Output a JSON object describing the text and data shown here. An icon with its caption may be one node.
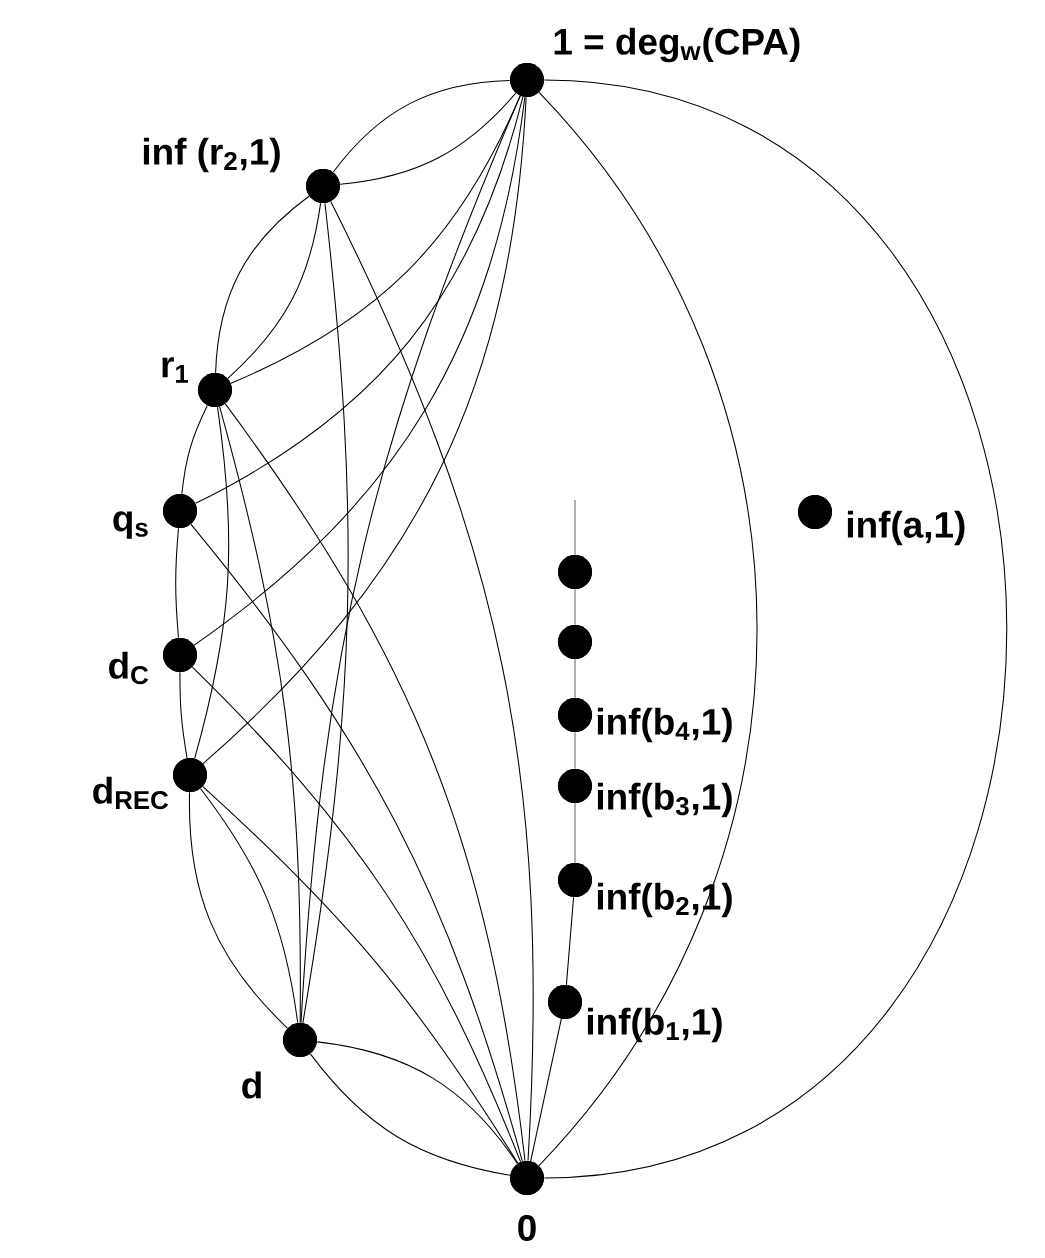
{
  "diagram": {
    "nodes": [
      {
        "text": [],
        "shape": "circle",
        "beside": [
          "1 = deg$_{w}$(CPA)"
        ]
      },
      {
        "text": [],
        "shape": "circle",
        "beside": [
          "inf (r$_{2}$,1)"
        ]
      },
      {
        "text": [],
        "shape": "circle",
        "beside": [
          "r$_{1}$"
        ]
      },
      {
        "text": [],
        "shape": "circle",
        "beside": [
          "q$_{s}$"
        ]
      },
      {
        "text": [],
        "shape": "circle",
        "beside": [
          "inf(a,1)"
        ]
      },
      {
        "text": [],
        "shape": "circle"
      },
      {
        "text": [],
        "shape": "circle",
        "beside": [
          "d$_{C}$"
        ]
      },
      {
        "text": [],
        "shape": "circle"
      },
      {
        "text": [],
        "shape": "circle",
        "beside": [
          "inf(b$_{4}$,1)"
        ]
      },
      {
        "text": [],
        "shape": "circle",
        "beside": [
          "d$_{REC}$"
        ]
      },
      {
        "text": [],
        "shape": "circle",
        "beside": [
          "inf(b$_{3}$,1)"
        ]
      },
      {
        "text": [],
        "shape": "circle",
        "beside": [
          "inf(b$_{2}$,1)"
        ]
      },
      {
        "text": [],
        "shape": "circle",
        "beside": [
          "inf(b$_{1}$,1)"
        ]
      },
      {
        "text": [],
        "shape": "circle",
        "beside": [
          "d"
        ]
      },
      {
        "text": [],
        "shape": "circle",
        "beside": [
          "0"
        ]
      }
    ],
    "edges": [
      {
        "from": 0,
        "to": 1,
        "arrow": "none"
      },
      {
        "from": 0,
        "to": 1,
        "arrow": "none"
      },
      {
        "from": 1,
        "to": 2,
        "arrow": "none"
      },
      {
        "from": 1,
        "to": 2,
        "arrow": "none"
      },
      {
        "from": 2,
        "to": 3,
        "arrow": "none"
      },
      {
        "from": 3,
        "to": 6,
        "arrow": "none"
      },
      {
        "from": 6,
        "to": 9,
        "arrow": "none"
      },
      {
        "from": 9,
        "to": 13,
        "arrow": "none"
      },
      {
        "from": 13,
        "to": 14,
        "arrow": "none"
      },
      {
        "from": 0,
        "to": 14,
        "arrow": "none"
      },
      {
        "from": 0,
        "to": 14,
        "arrow": "none"
      },
      {
        "from": 0,
        "to": 2,
        "arrow": "none"
      },
      {
        "from": 0,
        "to": 3,
        "arrow": "none"
      },
      {
        "from": 0,
        "to": 6,
        "arrow": "none"
      },
      {
        "from": 0,
        "to": 9,
        "arrow": "none"
      },
      {
        "from": 0,
        "to": 13,
        "arrow": "none"
      },
      {
        "from": 1,
        "to": 13,
        "arrow": "none"
      },
      {
        "from": 1,
        "to": 14,
        "arrow": "none"
      },
      {
        "from": 2,
        "to": 9,
        "arrow": "none"
      },
      {
        "from": 2,
        "to": 13,
        "arrow": "none"
      },
      {
        "from": 2,
        "to": 14,
        "arrow": "none"
      },
      {
        "from": 3,
        "to": 14,
        "arrow": "none"
      },
      {
        "from": 6,
        "to": 14,
        "arrow": "none"
      },
      {
        "from": 9,
        "to": 13,
        "arrow": "none"
      },
      {
        "from": 9,
        "to": 14,
        "arrow": "none"
      },
      {
        "from": 13,
        "to": 14,
        "arrow": "none"
      },
      {
        "from": null,
        "to": 5,
        "arrow": "none",
        "color": "#666666"
      },
      {
        "from": 5,
        "to": 7,
        "arrow": "none",
        "color": "#666666"
      },
      {
        "from": 7,
        "to": 8,
        "arrow": "none",
        "color": "#666666"
      },
      {
        "from": 8,
        "to": 10,
        "arrow": "none",
        "color": "#666666"
      },
      {
        "from": 10,
        "to": 11,
        "arrow": "none",
        "color": "#666666"
      },
      {
        "from": 11,
        "to": 12,
        "arrow": "none"
      },
      {
        "from": 12,
        "to": 14,
        "arrow": "none"
      }
    ]
  }
}
